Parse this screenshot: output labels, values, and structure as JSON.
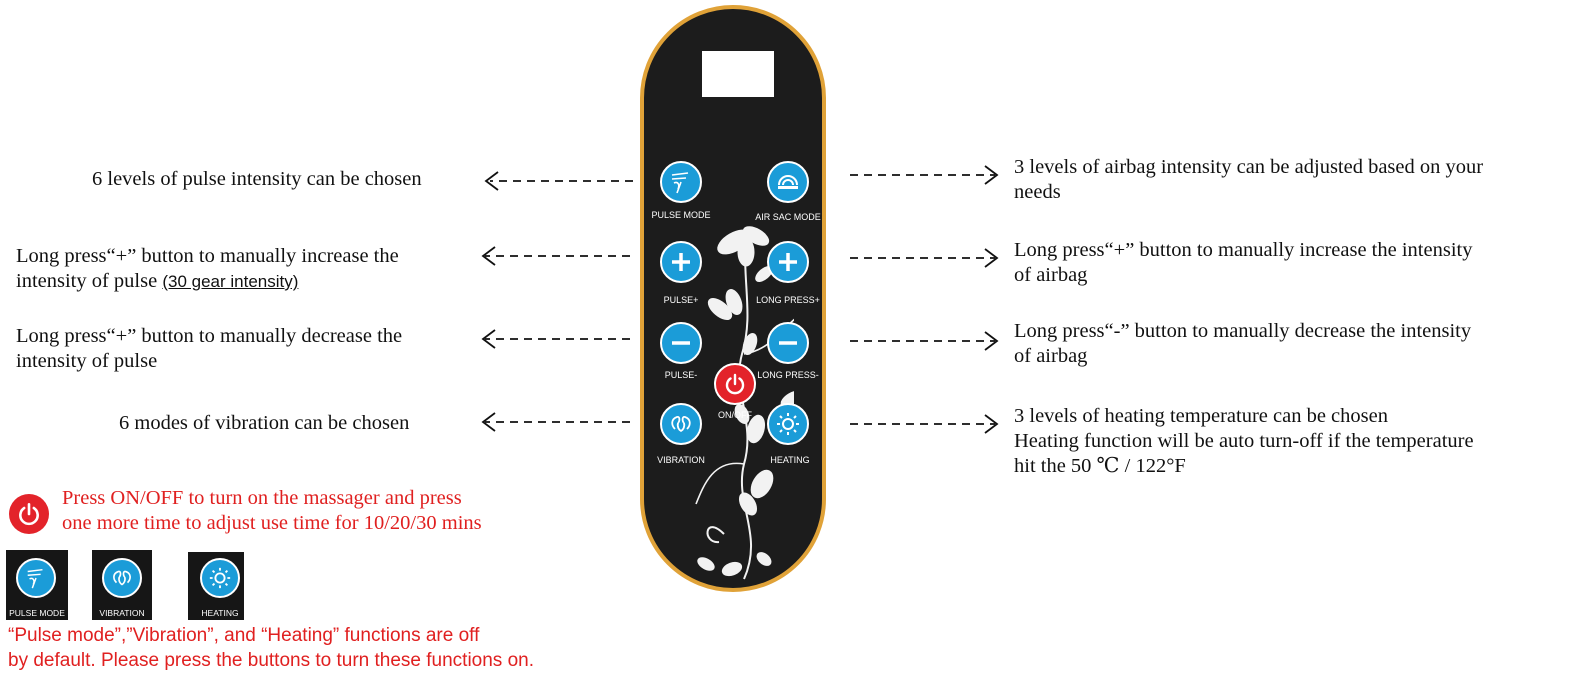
{
  "left": {
    "pulse_levels": "6 levels of pulse intensity can be chosen",
    "pulse_plus_line1": "Long press“+” button to manually increase the",
    "pulse_plus_line2": "intensity of pulse",
    "pulse_plus_note": "(30 gear intensity)",
    "pulse_minus_line1": "Long press“+” button to manually decrease the",
    "pulse_minus_line2": "intensity of pulse",
    "vibration": "6 modes of vibration can be chosen"
  },
  "right": {
    "airbag_line1": "3 levels of airbag intensity can be adjusted based on your",
    "airbag_line2": "needs",
    "airbag_plus_line1": "Long press“+” button to manually increase the intensity",
    "airbag_plus_line2": "of airbag",
    "airbag_minus_line1": "Long press“-” button to manually decrease the intensity",
    "airbag_minus_line2": "of airbag",
    "heat_line1": "3 levels of heating temperature can be chosen",
    "heat_line2": "Heating function will be auto turn-off if the temperature",
    "heat_line3": "hit the 50 ℃ / 122°F"
  },
  "remote": {
    "pulse_mode": "PULSE MODE",
    "air_sac_mode": "AIR SAC MODE",
    "pulse_plus": "PULSE+",
    "long_press_plus": "LONG PRESS+",
    "pulse_minus": "PULSE-",
    "long_press_minus": "LONG PRESS-",
    "on_off": "ON/OFF",
    "vibration": "VIBRATION",
    "heating": "HEATING"
  },
  "notes": {
    "power_line1": "Press ON/OFF to turn on the massager and press",
    "power_line2": "one more time to adjust use time for 10/20/30 mins",
    "tile_pulse": "PULSE MODE",
    "tile_vibration": "VIBRATION",
    "tile_heating": "HEATING",
    "default_line1": "“Pulse mode”,”Vibration”, and “Heating” functions are off",
    "default_line2": "by default. Please press the buttons to turn these functions on."
  },
  "colors": {
    "button_blue": "#1b9cd8",
    "power_red": "#e3232a",
    "remote_body": "#1c1c1c",
    "remote_rim": "#e0a238",
    "note_red": "#e02020"
  }
}
